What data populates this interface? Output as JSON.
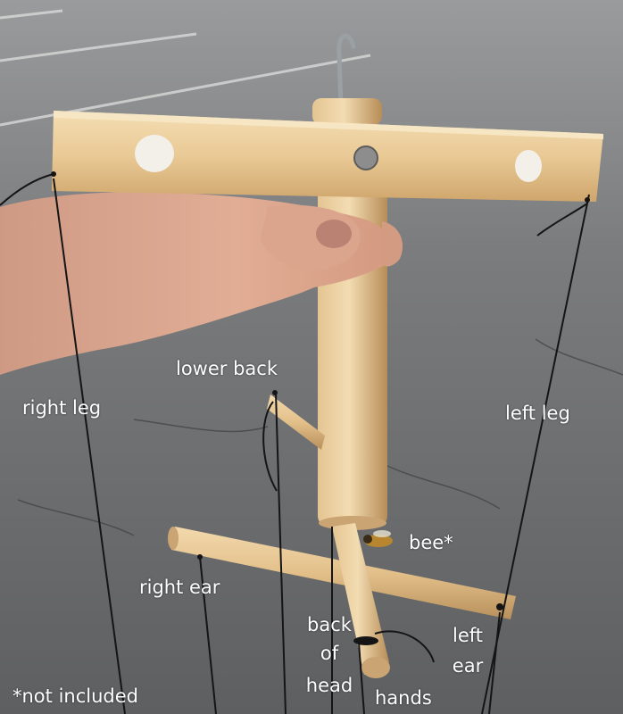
{
  "photo": {
    "subject": "wooden marionette control bar held in a hand over asphalt"
  },
  "labels": {
    "lower_back": "lower back",
    "right_leg": "right leg",
    "left_leg": "left leg",
    "bee": "bee*",
    "right_ear": "right ear",
    "back_of_head_1": "back",
    "back_of_head_2": "of",
    "back_of_head_3": "head",
    "left_ear_1": "left",
    "left_ear_2": "ear",
    "hands": "hands",
    "footnote": "*not included"
  },
  "colors": {
    "asphalt": "#6e6f71",
    "wood": "#e8cc9a",
    "skin": "#d9a189",
    "string": "#151515",
    "text": "#ffffff"
  }
}
